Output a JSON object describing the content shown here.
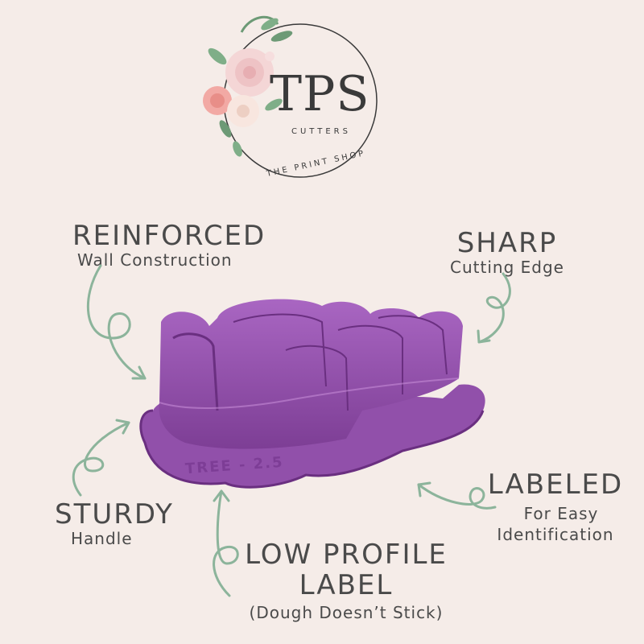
{
  "logo": {
    "brand": "TPS",
    "tagline": "CUTTERS",
    "ring_text": "THE PRINT SHOP"
  },
  "callouts": {
    "reinforced": {
      "title": "REINFORCED",
      "subtitle": "Wall Construction"
    },
    "sharp": {
      "title": "SHARP",
      "subtitle": "Cutting Edge"
    },
    "sturdy": {
      "title": "STURDY",
      "subtitle": "Handle"
    },
    "low_profile": {
      "title_line1": "LOW PROFILE",
      "title_line2": "LABEL",
      "subtitle": "(Dough Doesn’t Stick)"
    },
    "labeled": {
      "title": "LABELED",
      "subtitle_line1": "For Easy",
      "subtitle_line2": "Identification"
    }
  },
  "product": {
    "embossed_label": "TREE - 2.5"
  },
  "colors": {
    "background": "#f5ece8",
    "cutter": "#9b5cb0",
    "arrow": "#8cb49b",
    "text": "#4a4a4a"
  }
}
